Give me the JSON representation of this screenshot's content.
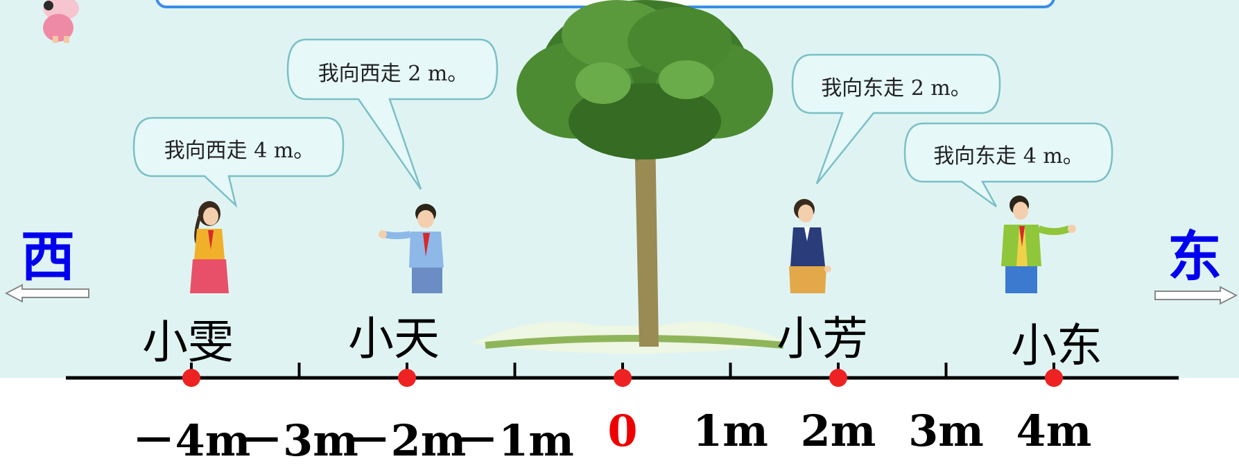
{
  "directions": {
    "west": "西",
    "east": "东"
  },
  "bubbles": [
    {
      "id": "xiaowen",
      "text": "我向西走 4 m。"
    },
    {
      "id": "xiaotian",
      "text": "我向西走 2 m。"
    },
    {
      "id": "xiaofang",
      "text": "我向东走 2 m。"
    },
    {
      "id": "xiaodong",
      "text": "我向东走 4 m。"
    }
  ],
  "people": [
    {
      "name": "小雯",
      "position_m": -4
    },
    {
      "name": "小天",
      "position_m": -2
    },
    {
      "name": "小芳",
      "position_m": 2
    },
    {
      "name": "小东",
      "position_m": 4
    }
  ],
  "number_line": {
    "tick_labels": [
      "－4m",
      "－3m",
      "－2m",
      "－1m",
      "0",
      "1m",
      "2m",
      "3m",
      "4m"
    ],
    "origin_label": "0",
    "marked_points_m": [
      -4,
      -2,
      0,
      2,
      4
    ]
  },
  "colors": {
    "scene_background": "#dff4f2",
    "direction_text": "#0000ee",
    "point_marker": "#ee2222",
    "zero_label": "#ee0000",
    "bubble_border": "#7bbfc7"
  }
}
